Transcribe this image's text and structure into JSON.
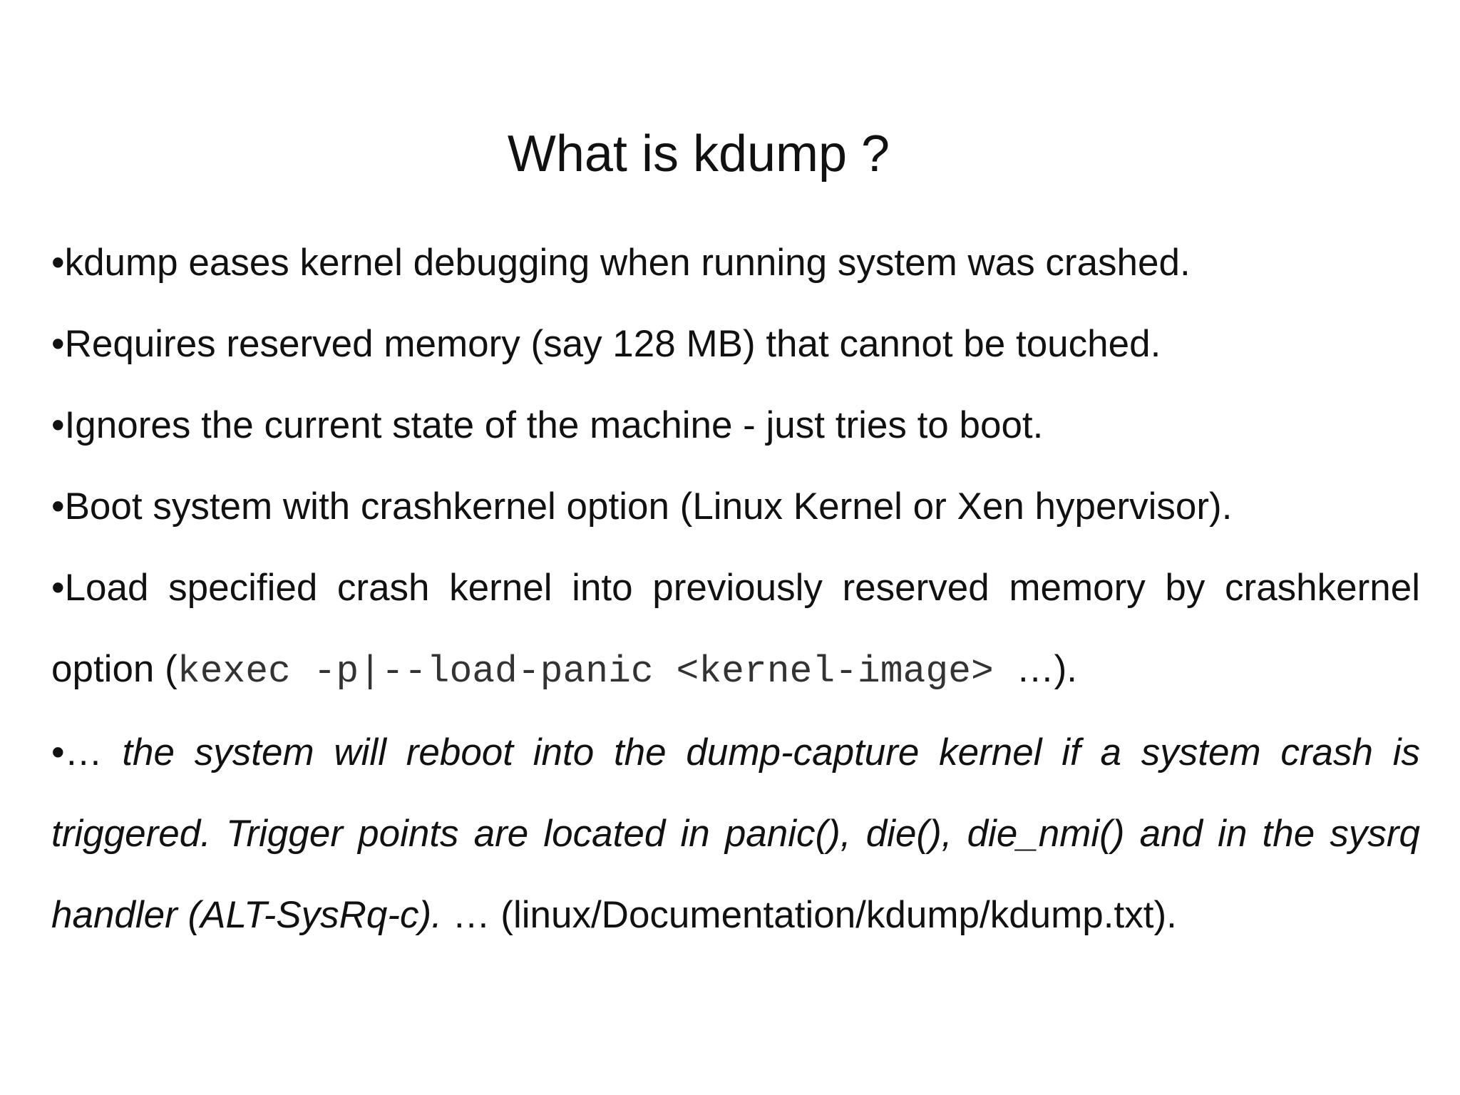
{
  "slide": {
    "title": "What is kdump ?",
    "bullet_char": "•",
    "bullets": {
      "b1": "kdump eases kernel debugging when running system was crashed.",
      "b2": "Requires reserved memory (say 128 MB) that cannot be touched.",
      "b3": "Ignores the current state of the machine - just tries to boot.",
      "b4": "Boot system with crashkernel option (Linux Kernel or Xen hypervisor).",
      "b5_text": "Load specified crash kernel into previously reserved memory by crashkernel option (",
      "b5_code": "kexec -p|--load-panic <kernel-image> ",
      "b5_end": "…).",
      "b6_lead": "… ",
      "b6_quote": "the system will reboot into the dump-capture kernel if a system crash is triggered. Trigger points are located in panic(), die(), die_nmi() and in the sysrq handler (ALT-SysRq-c).",
      "b6_source": " … (linux/Documentation/kdump/kdump.txt)."
    }
  }
}
